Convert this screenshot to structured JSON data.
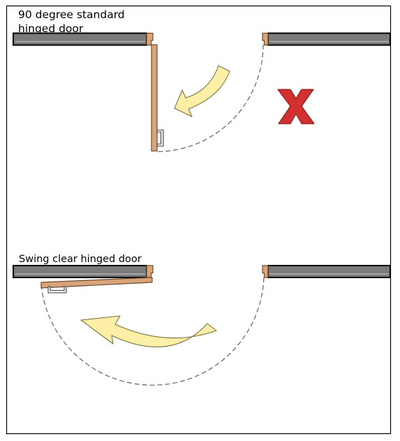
{
  "diagrams": [
    {
      "label_lines": [
        "90 degree standard",
        "hinged door"
      ],
      "status_icon": "red-x-icon"
    },
    {
      "label_lines": [
        "Swing clear hinged door"
      ]
    }
  ],
  "colors": {
    "frame": "#000000",
    "wall_fill": "#7a7a7a",
    "wall_stripe": "#b5b5b5",
    "door_wood": "#d9a47a",
    "door_outline": "#6b4a2a",
    "arrow_fill": "#fdf0a6",
    "arrow_outline": "#7a7040",
    "swing_path": "#555555",
    "handle": "#f2f2f2",
    "x_mark": "#d33131",
    "x_outline": "#8a1d1d"
  }
}
